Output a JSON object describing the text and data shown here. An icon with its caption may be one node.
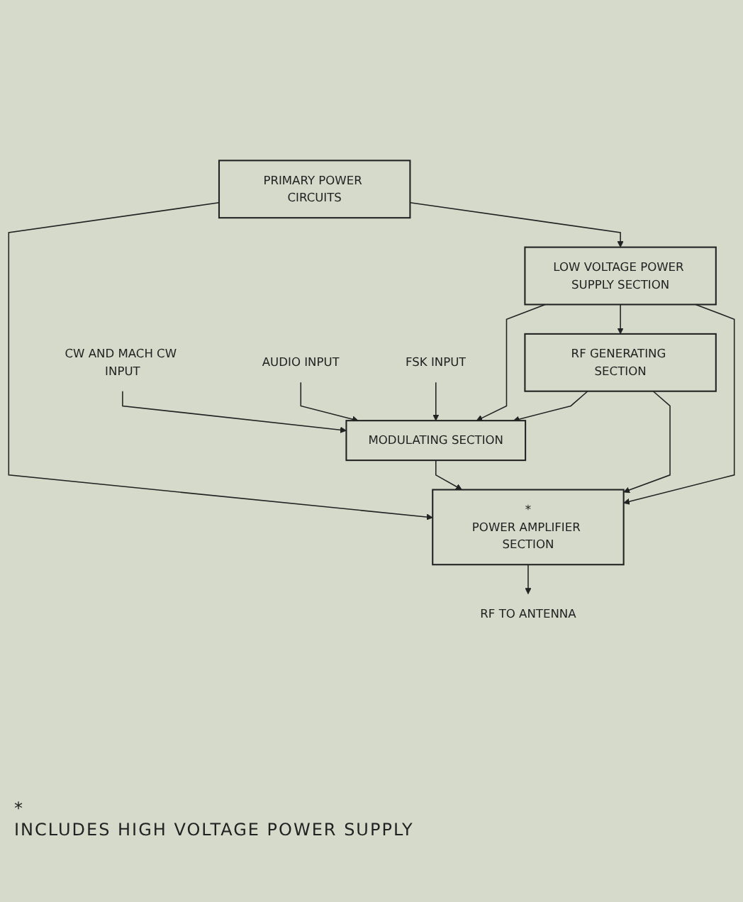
{
  "diagram": {
    "nodes": [
      {
        "text": [
          "PRIMARY POWER CIRCUITS"
        ]
      },
      {
        "text": [
          "RF TO ANTENNA"
        ]
      },
      {
        "text": [
          "LOW VOLTAGE POWER SUPPLY SECTION"
        ]
      },
      {
        "text": [
          "*",
          "POWER AMPLIFIER SECTION"
        ]
      },
      {
        "text": [
          "RF GENERATING SECTION"
        ]
      },
      {
        "text": [
          "MODULATING SECTION"
        ]
      },
      {
        "text": [
          "CW AND MACH CW INPUT"
        ]
      },
      {
        "text": [
          "AUDIO INPUT"
        ]
      },
      {
        "text": [
          "FSK INPUT"
        ]
      }
    ],
    "edges": [
      {
        "from": 0,
        "to": 2,
        "arrow": "to"
      },
      {
        "from": 0,
        "to": 3,
        "arrow": "to"
      },
      {
        "from": 3,
        "to": 1,
        "arrow": "to"
      },
      {
        "from": 2,
        "to": 3,
        "arrow": "to"
      },
      {
        "from": 2,
        "to": 4,
        "arrow": "to"
      },
      {
        "from": 2,
        "to": 5,
        "arrow": "to"
      },
      {
        "from": 4,
        "to": 3,
        "arrow": "to"
      },
      {
        "from": 4,
        "to": 5,
        "arrow": "to"
      },
      {
        "from": 5,
        "to": 3,
        "arrow": "to"
      },
      {
        "from": 6,
        "to": 5,
        "arrow": "to"
      },
      {
        "from": 7,
        "to": 5,
        "arrow": "to"
      },
      {
        "from": 8,
        "to": 5,
        "arrow": "to"
      }
    ],
    "labels": [
      "*",
      "INCLUDES HIGH VOLTAGE POWER SUPPLY"
    ]
  }
}
